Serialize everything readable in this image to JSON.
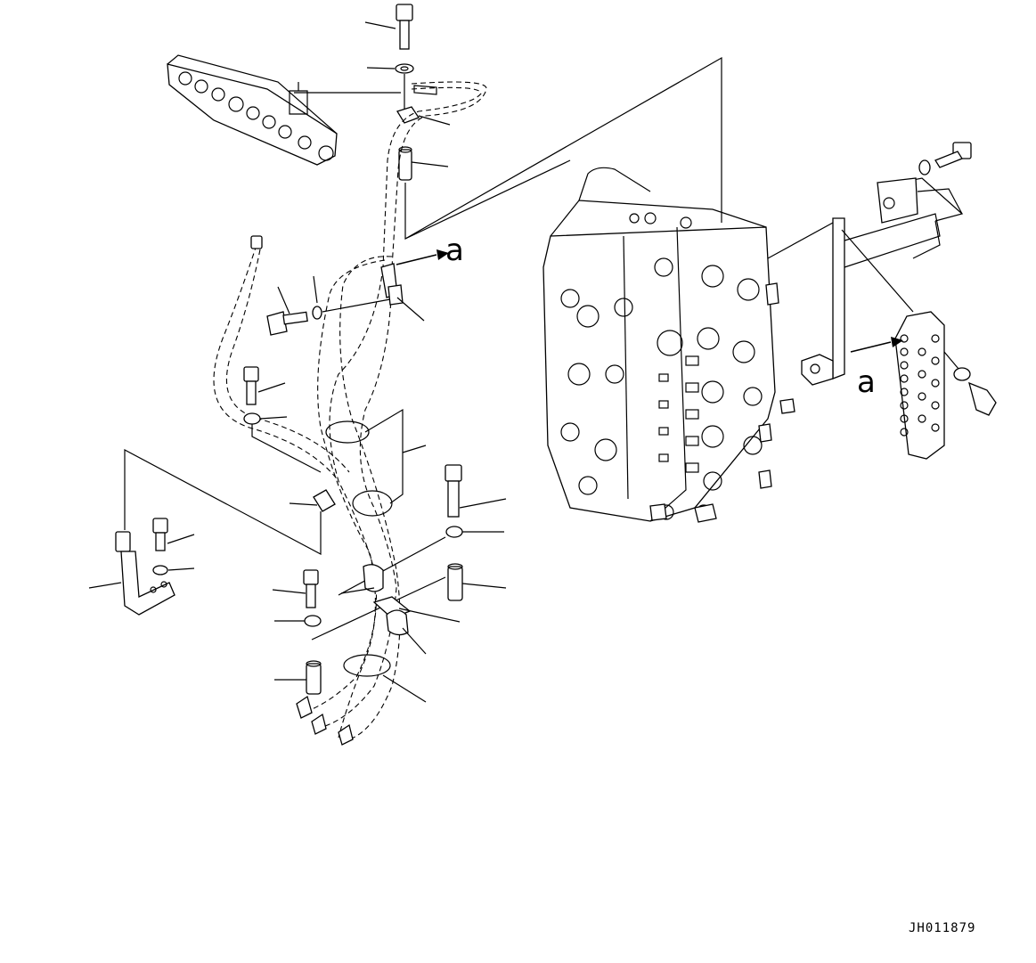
{
  "callouts": {
    "label_a_left": "a",
    "label_a_right": "a"
  },
  "drawing_code": "JH011879",
  "icons": [
    "arrow-right-icon"
  ]
}
